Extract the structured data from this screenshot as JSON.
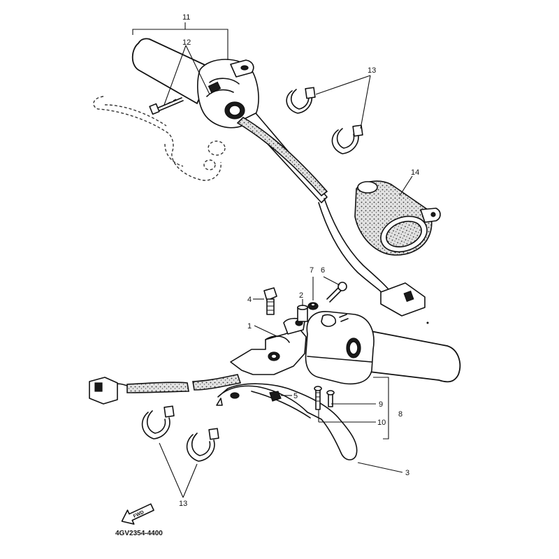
{
  "labels": {
    "l1": "1",
    "l2": "2",
    "l3": "3",
    "l4": "4",
    "l5": "5",
    "l6": "6",
    "l7": "7",
    "l8": "8",
    "l9": "9",
    "l10": "10",
    "l11": "11",
    "l12": "12",
    "l13a": "13",
    "l13b": "13",
    "l14": "14"
  },
  "forward_arrow": "FWD",
  "part_code": "4GV2354-4400"
}
